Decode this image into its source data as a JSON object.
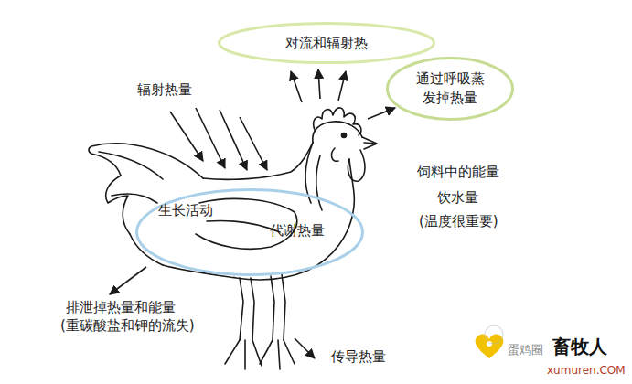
{
  "diagram": {
    "nodes": [
      {
        "text": [
          "对流和辐射热"
        ]
      },
      {
        "text": [
          "通过呼吸蒸发掉热量"
        ]
      },
      {
        "text": [
          "生长活动",
          "代谢热量"
        ]
      }
    ],
    "labels": [
      "辐射热量",
      "饲料中的能量",
      "饮水量",
      "(温度很重要)",
      "排泄掉热量和能量",
      "(重碳酸盐和钾的流失)",
      "传导热量",
      "蛋鸡圈",
      "畜牧人",
      "xumuren.COM"
    ]
  }
}
